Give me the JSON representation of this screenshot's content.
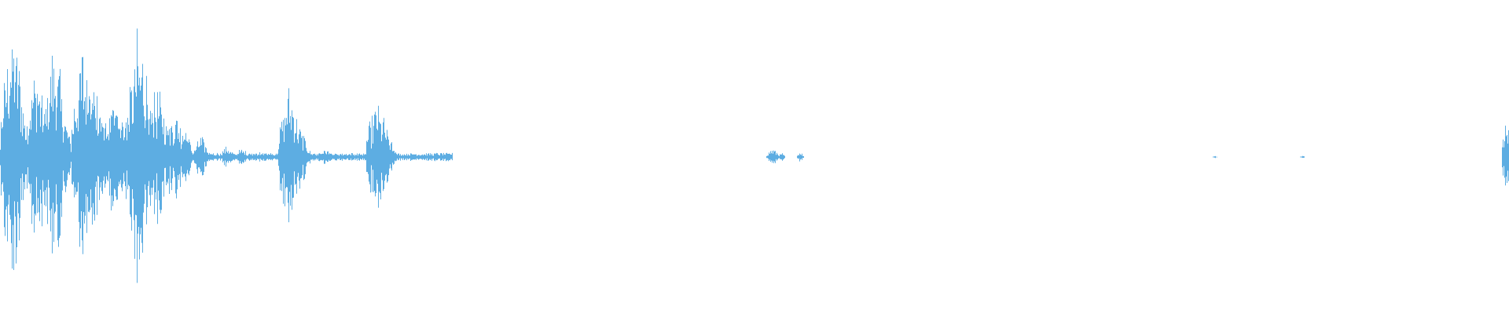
{
  "waveform": {
    "color": "#5dade2",
    "background": "#ffffff",
    "bursts": [
      {
        "t": 0.004,
        "amp": 0.2
      },
      {
        "t": 0.008,
        "amp": 1.0
      },
      {
        "t": 0.024,
        "amp": 0.66
      },
      {
        "t": 0.036,
        "amp": 0.82
      },
      {
        "t": 0.055,
        "amp": 0.82
      },
      {
        "t": 0.062,
        "amp": 0.62
      },
      {
        "t": 0.075,
        "amp": 0.4
      },
      {
        "t": 0.08,
        "amp": 0.4
      },
      {
        "t": 0.092,
        "amp": 0.96
      },
      {
        "t": 0.104,
        "amp": 0.52
      },
      {
        "t": 0.116,
        "amp": 0.36
      },
      {
        "t": 0.122,
        "amp": 0.24
      },
      {
        "t": 0.133,
        "amp": 0.16
      },
      {
        "t": 0.15,
        "amp": 0.08
      },
      {
        "t": 0.16,
        "amp": 0.06
      },
      {
        "t": 0.172,
        "amp": 0.04
      },
      {
        "t": 0.192,
        "amp": 0.52
      },
      {
        "t": 0.2,
        "amp": 0.2
      },
      {
        "t": 0.215,
        "amp": 0.06
      },
      {
        "t": 0.25,
        "amp": 0.4
      },
      {
        "t": 0.256,
        "amp": 0.2
      },
      {
        "t": 0.275,
        "amp": 0.02
      },
      {
        "t": 0.292,
        "amp": 0.015
      },
      {
        "t": 0.512,
        "amp": 0.06
      },
      {
        "t": 0.518,
        "amp": 0.03
      },
      {
        "t": 0.53,
        "amp": 0.05
      },
      {
        "t": 0.805,
        "amp": 0.01
      },
      {
        "t": 0.863,
        "amp": 0.01
      },
      {
        "t": 0.9995,
        "amp": 0.3
      }
    ]
  }
}
